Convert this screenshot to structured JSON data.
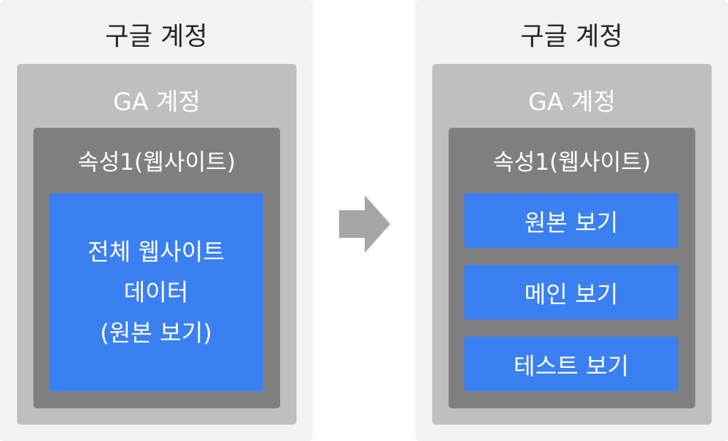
{
  "left": {
    "account_title": "구글 계정",
    "ga_title": "GA 계정",
    "property_title": "속성1(웹사이트)",
    "view_lines": [
      "전체 웹사이트",
      "데이터",
      "(원본 보기)"
    ]
  },
  "right": {
    "account_title": "구글 계정",
    "ga_title": "GA 계정",
    "property_title": "속성1(웹사이트)",
    "views": [
      "원본 보기",
      "메인 보기",
      "테스트 보기"
    ]
  },
  "colors": {
    "outer_panel": "#f2f2f2",
    "ga_box": "#bfbfbf",
    "property_box": "#7f7f7f",
    "view_box": "#3a80f0",
    "arrow": "#a6a6a6"
  }
}
